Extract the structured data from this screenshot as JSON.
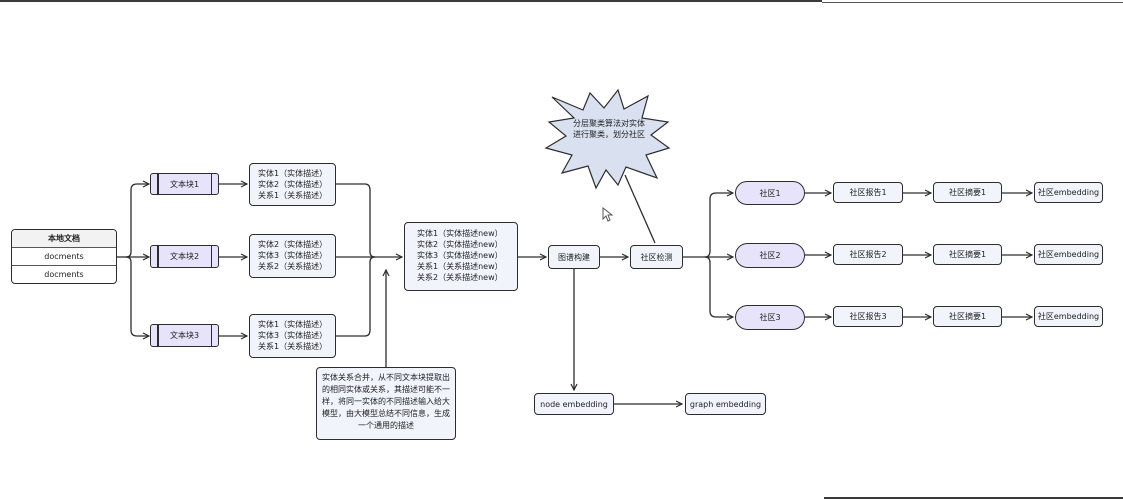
{
  "source": {
    "title": "本地文档",
    "rows": [
      "docments",
      "docments"
    ]
  },
  "chunks": [
    {
      "label": "文本块1",
      "items": [
        "实体1（实体描述）",
        "实体2（实体描述）",
        "关系1（关系描述）"
      ]
    },
    {
      "label": "文本块2",
      "items": [
        "实体2（实体描述）",
        "实体3（实体描述）",
        "关系2（关系描述）"
      ]
    },
    {
      "label": "文本块3",
      "items": [
        "实体1（实体描述）",
        "实体3（实体描述）",
        "关系1（关系描述）"
      ]
    }
  ],
  "merged": {
    "items": [
      "实体1（实体描述new）",
      "实体2（实体描述new）",
      "实体3（实体描述new）",
      "关系1（关系描述new）",
      "关系2（关系描述new）"
    ]
  },
  "merge_note": "实体关系合并，从不同文本块提取出的相同实体或关系，其描述可能不一样，将同一实体的不同描述输入给大模型，由大模型总结不同信息，生成一个通用的描述",
  "graph_build": "图谱构建",
  "community_detect": "社区检测",
  "callout": "分层聚类算法对实体进行聚类，划分社区",
  "embeddings": {
    "node": "node embedding",
    "graph": "graph embedding"
  },
  "communities": [
    {
      "name": "社区1",
      "report": "社区报告1",
      "summary": "社区摘要1",
      "embedding": "社区embedding"
    },
    {
      "name": "社区2",
      "report": "社区报告2",
      "summary": "社区摘要1",
      "embedding": "社区embedding"
    },
    {
      "name": "社区3",
      "report": "社区报告3",
      "summary": "社区摘要1",
      "embedding": "社区embedding"
    }
  ],
  "colors": {
    "stroke": "#2d2d2d",
    "node_fill": "#f1f4fb",
    "accent_fill": "#e6e3fb",
    "callout_fill": "#d9e0f0"
  }
}
